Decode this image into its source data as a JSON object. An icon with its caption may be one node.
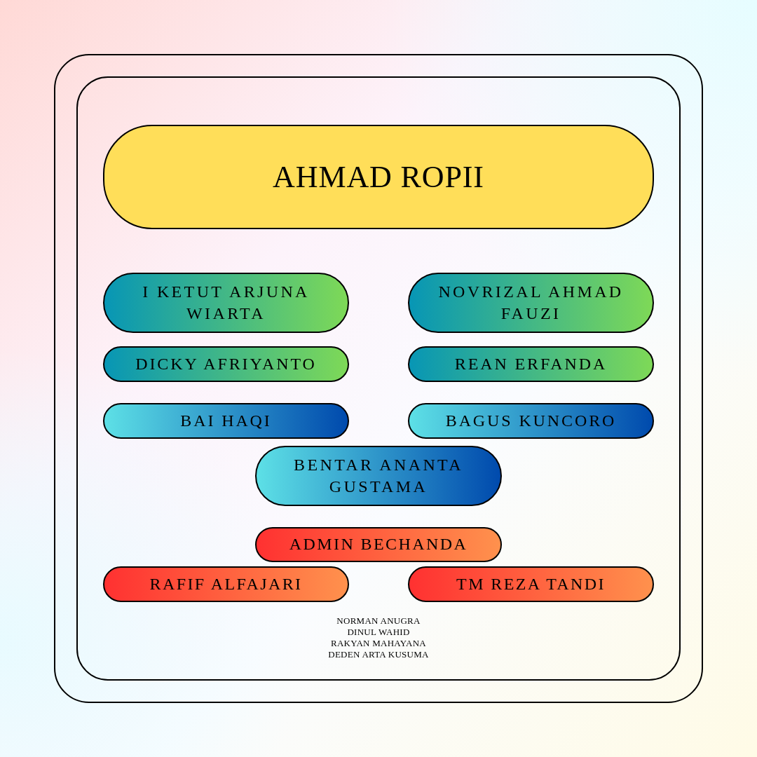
{
  "diagram": {
    "nodes": [
      {
        "text": [],
        "shape": "box"
      },
      {
        "text": [],
        "shape": "box",
        "in": 0
      },
      {
        "text": [
          "AHMAD ROPII"
        ],
        "in": 1
      },
      {
        "text": [
          "I KETUT ARJUNA WIARTA"
        ],
        "in": 1
      },
      {
        "text": [
          "NOVRIZAL AHMAD FAUZI"
        ],
        "in": 1
      },
      {
        "text": [
          "DICKY AFRIYANTO"
        ],
        "in": 1
      },
      {
        "text": [
          "REAN ERFANDA"
        ],
        "in": 1
      },
      {
        "text": [
          "BAI HAQI"
        ],
        "in": 1
      },
      {
        "text": [
          "BAGUS KUNCORO"
        ],
        "in": 1
      },
      {
        "text": [
          "BENTAR ANANTA GUSTAMA"
        ],
        "in": 1
      },
      {
        "text": [
          "ADMIN BECHANDA"
        ],
        "in": 1
      },
      {
        "text": [
          "RAFIF ALFAJARI"
        ],
        "in": 1
      },
      {
        "text": [
          "TM REZA TANDI"
        ],
        "in": 1
      }
    ],
    "edges": [],
    "labels": [
      "NORMAN ANUGRA",
      "DINUL WAHID",
      "RAKYAN MAHAYANA",
      "DEDEN ARTA KUSUMA"
    ]
  }
}
